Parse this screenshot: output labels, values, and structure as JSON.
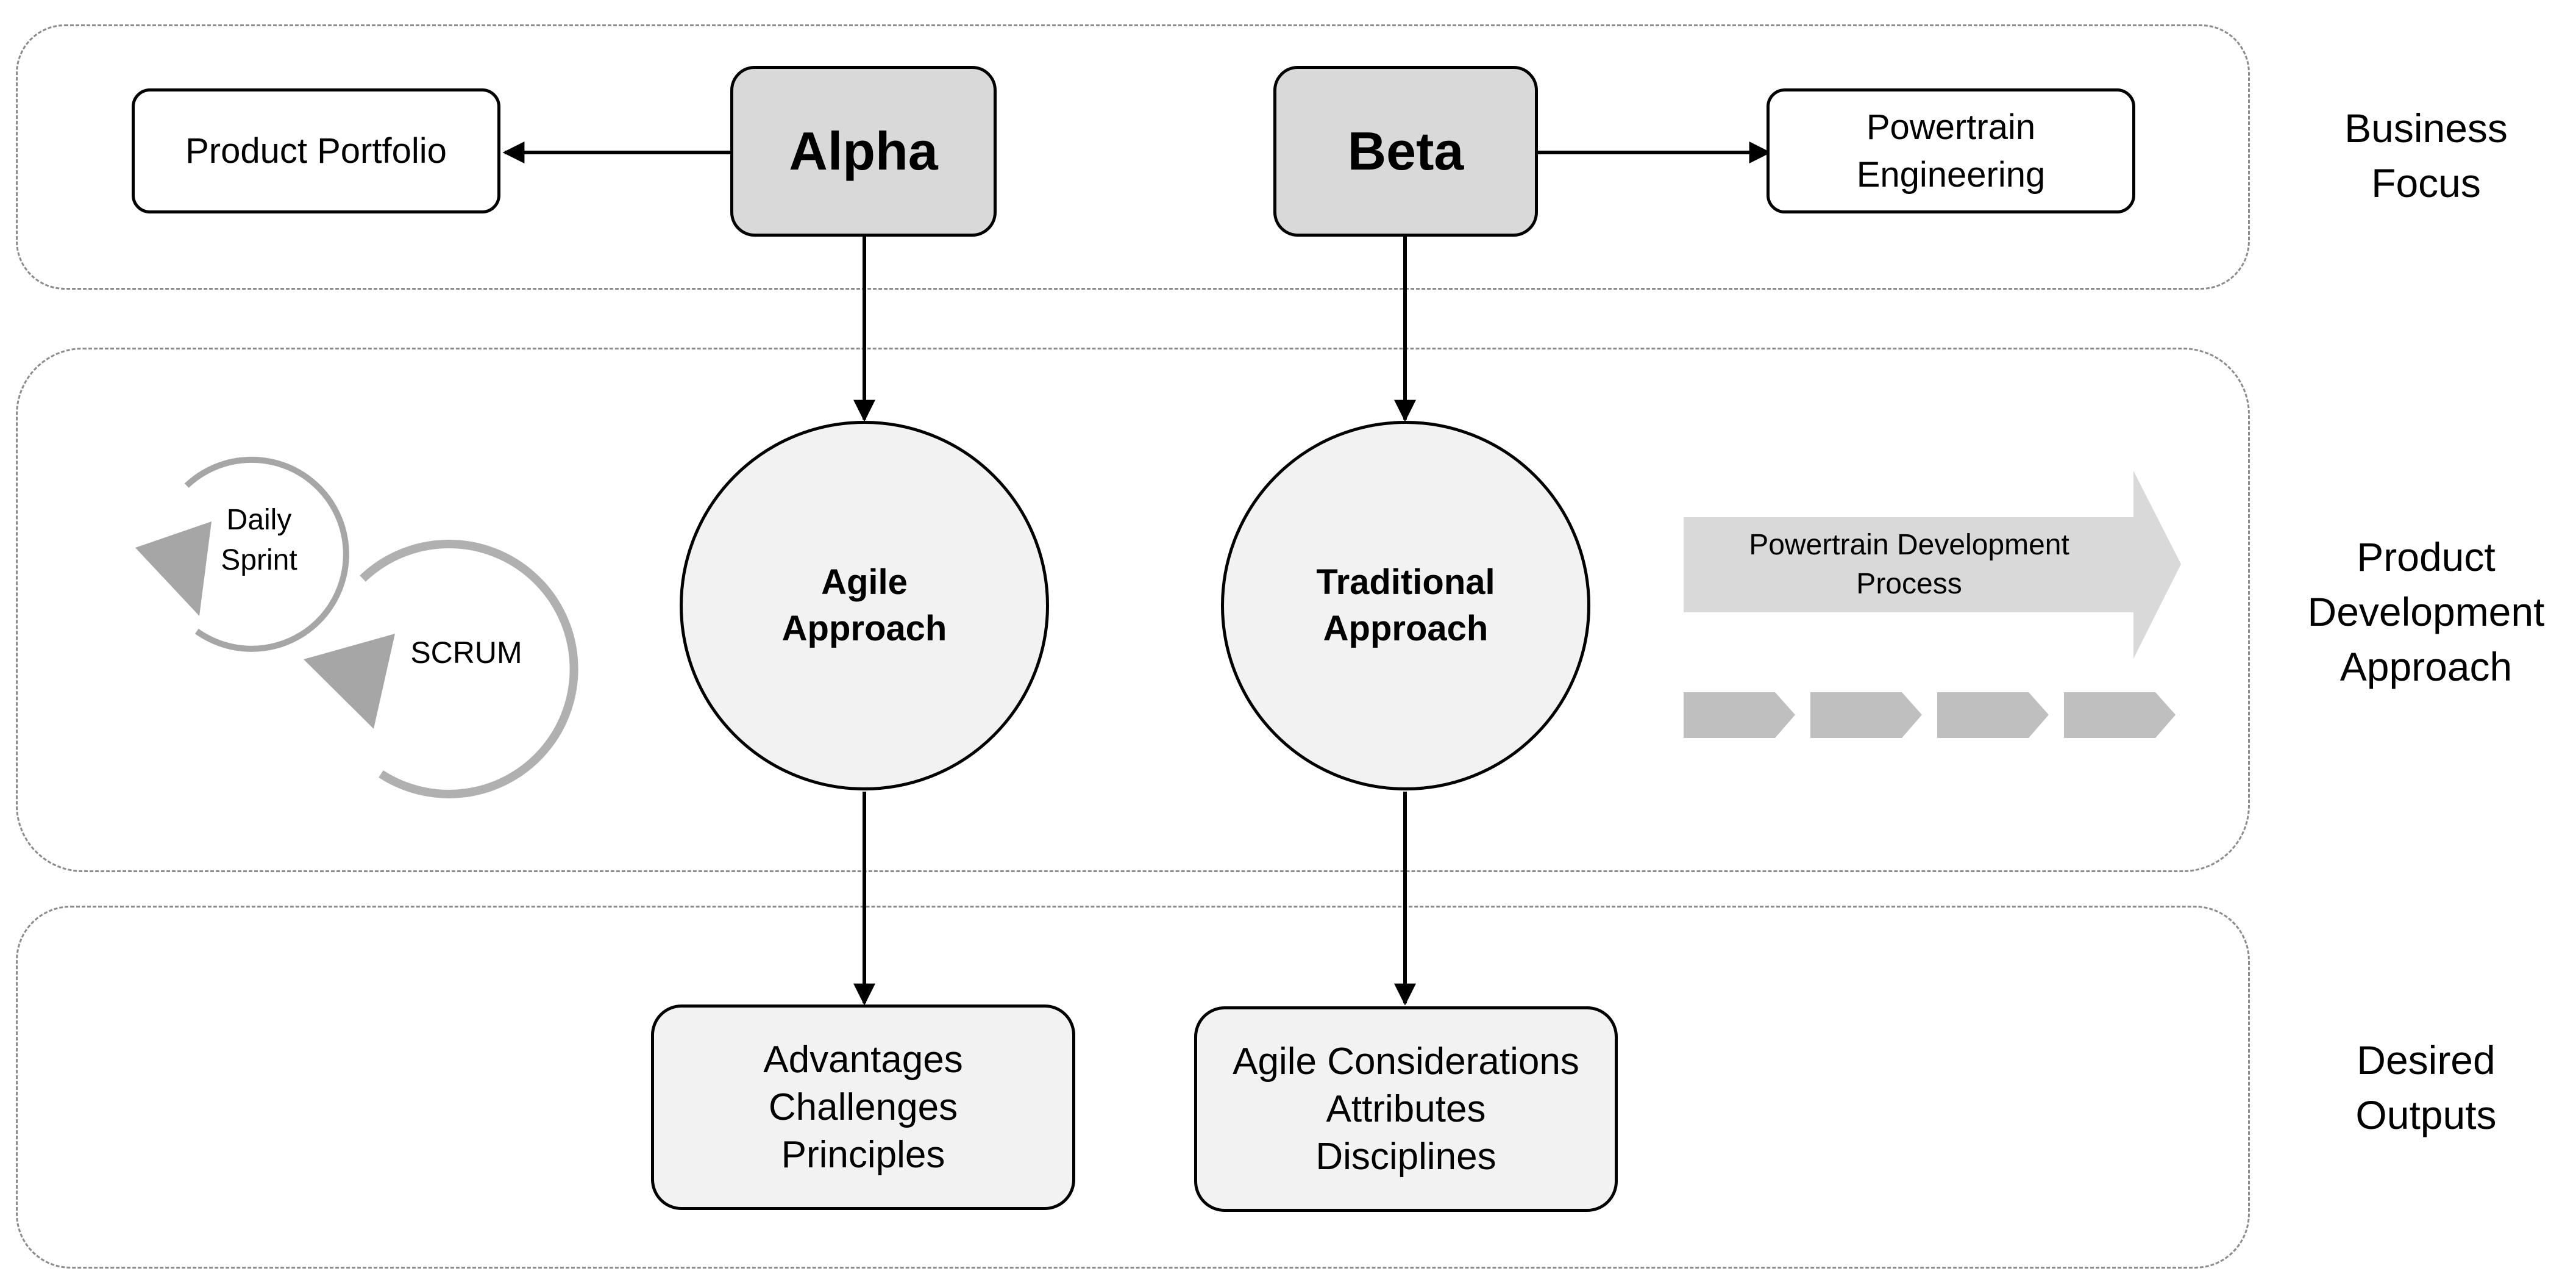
{
  "top_row": {
    "left_box": "Product Portfolio",
    "alpha": "Alpha",
    "beta": "Beta",
    "right_box": "Powertrain\nEngineering"
  },
  "middle_row": {
    "daily_sprint": "Daily\nSprint",
    "scrum": "SCRUM",
    "agile_circle": "Agile\nApproach",
    "traditional_circle": "Traditional\nApproach",
    "process_arrow": "Powertrain Development\nProcess"
  },
  "bottom_row": {
    "alpha_outputs": "Advantages\nChallenges\nPrinciples",
    "beta_outputs": "Agile Considerations\nAttributes\nDisciplines"
  },
  "side_labels": {
    "business_focus": "Business\nFocus",
    "product_development": "Product\nDevelopment\nApproach",
    "desired_outputs": "Desired\nOutputs"
  }
}
